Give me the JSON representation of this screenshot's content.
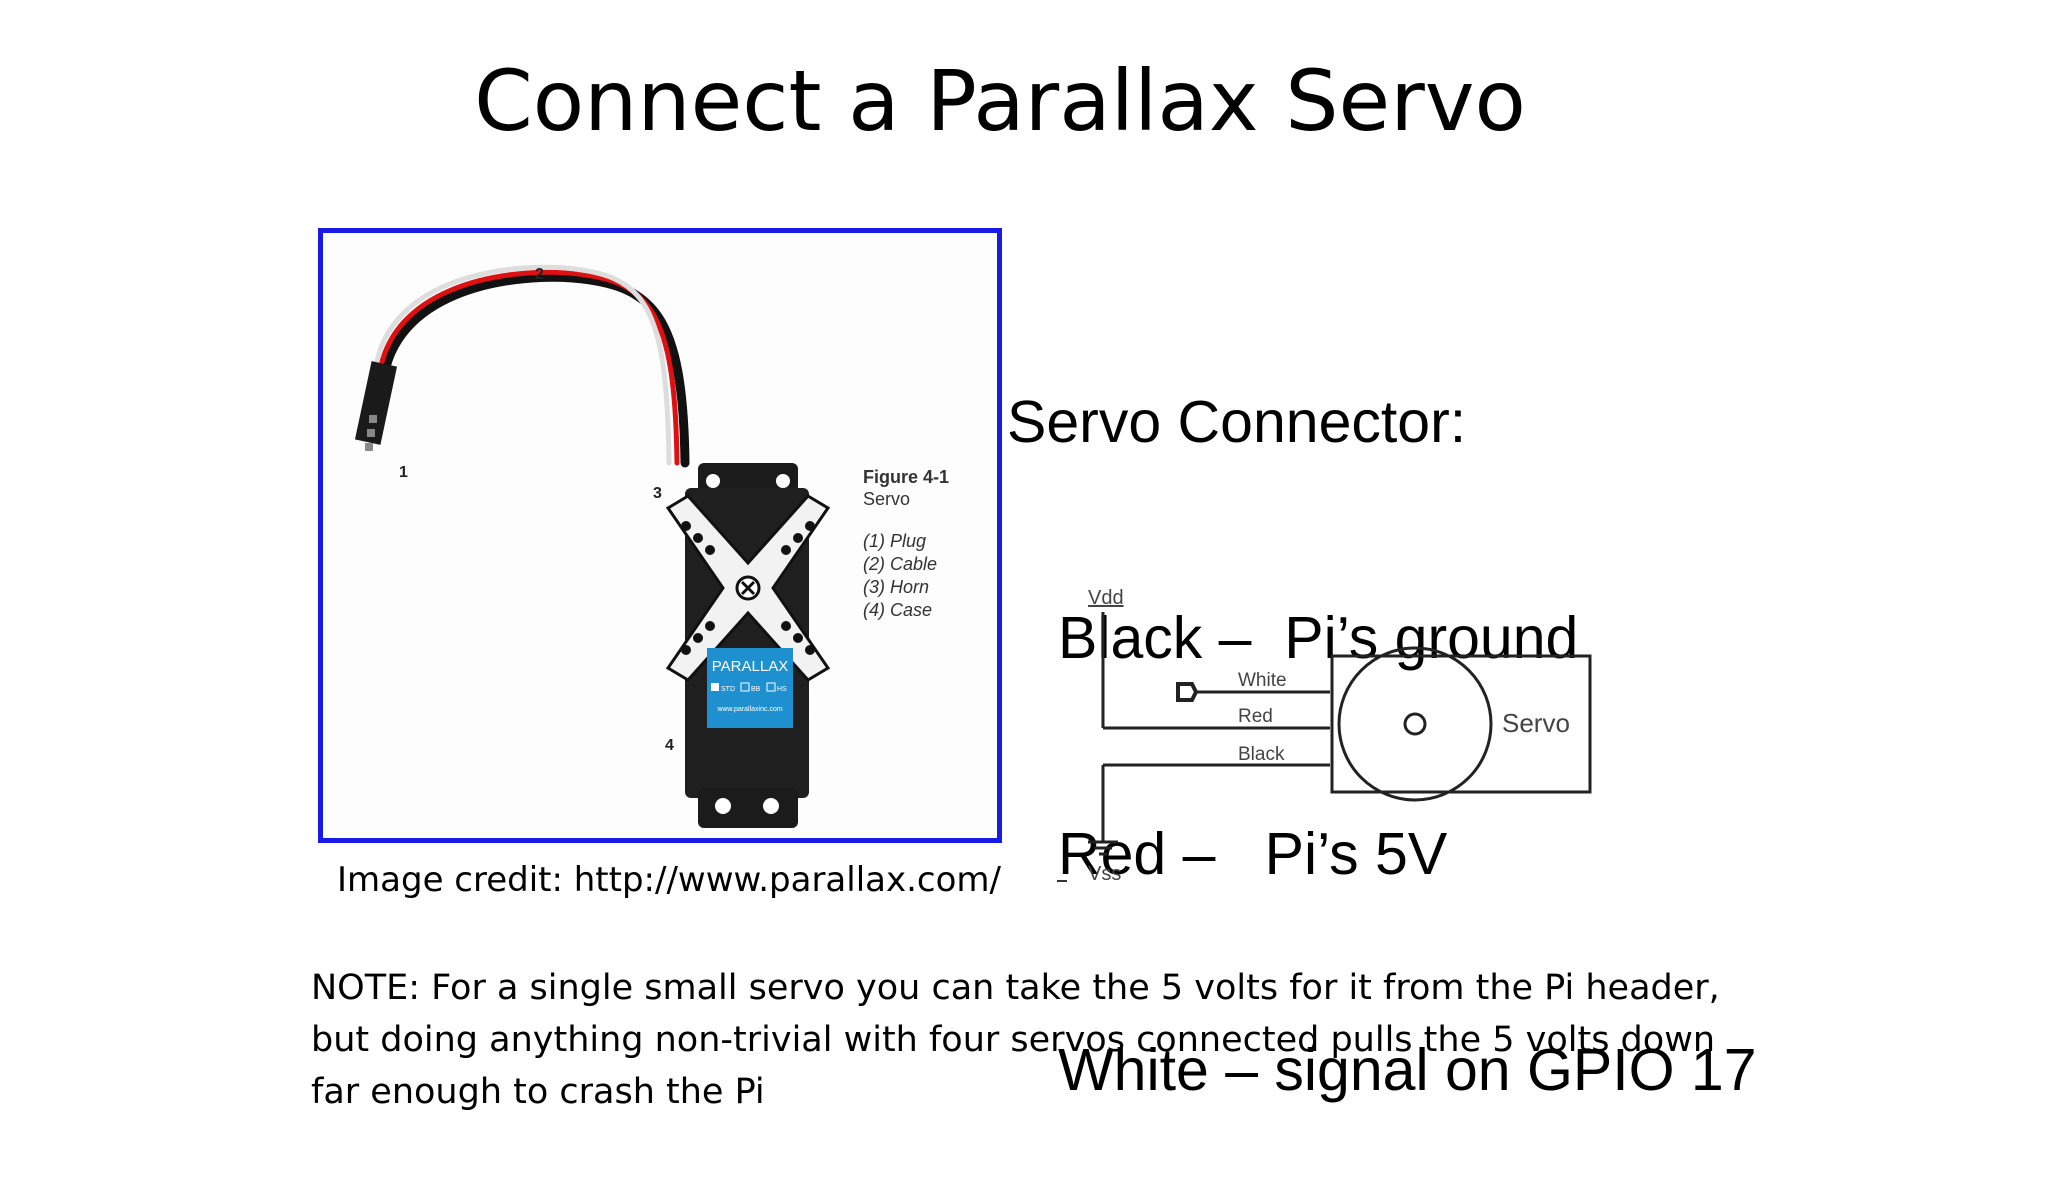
{
  "slide": {
    "title": "Connect a Parallax Servo"
  },
  "figure": {
    "callouts": {
      "c1": "1",
      "c2": "2",
      "c3": "3",
      "c4": "4"
    },
    "caption_title": "Figure 4-1",
    "caption_subtitle": "Servo",
    "parts": [
      "(1) Plug",
      "(2) Cable",
      "(3) Horn",
      "(4) Case"
    ],
    "brand": "PARALLAX",
    "label_options": [
      "STD",
      "BB",
      "HS"
    ],
    "url": "www.parallaxinc.com",
    "frame_color": "#1a1ae6"
  },
  "credit": "Image credit: http://www.parallax.com/",
  "connector": {
    "heading": "Servo Connector:",
    "rows": [
      "Black –  Pi’s ground",
      "Red –   Pi’s 5V",
      "White – signal on GPIO 17"
    ]
  },
  "schematic": {
    "vdd": "Vdd",
    "vss": "Vss",
    "wire_white": "White",
    "wire_red": "Red",
    "wire_black": "Black",
    "device": "Servo"
  },
  "note": "NOTE: For a single small servo you can take the 5 volts for it from the Pi header, but doing anything non-trivial with four servos connected pulls the 5 volts down far enough to crash the Pi"
}
